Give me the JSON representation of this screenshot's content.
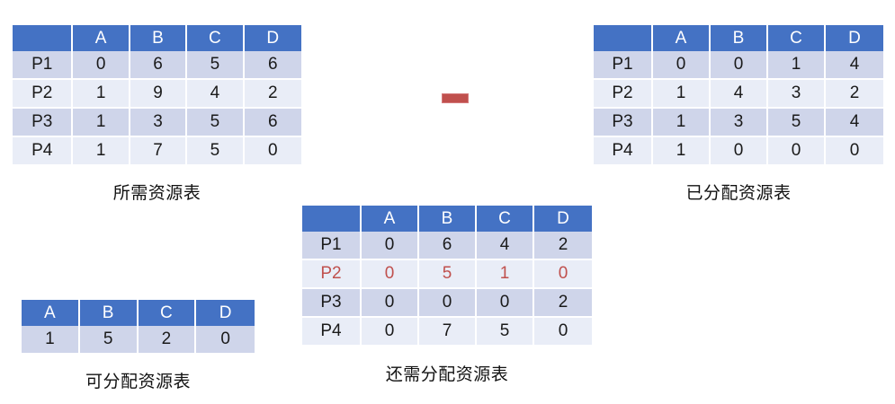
{
  "colors": {
    "header_blue": "#4472C4",
    "row_dark": "#CFD5EA",
    "row_light": "#E9EDF7",
    "highlight_red": "#C0504D",
    "text": "#1a1a1a",
    "background": "#ffffff"
  },
  "tables": {
    "required": {
      "caption": "所需资源表",
      "corner_header": "",
      "columns": [
        "A",
        "B",
        "C",
        "D"
      ],
      "rows": [
        {
          "label": "P1",
          "values": [
            "0",
            "6",
            "5",
            "6"
          ],
          "highlight": false
        },
        {
          "label": "P2",
          "values": [
            "1",
            "9",
            "4",
            "2"
          ],
          "highlight": false
        },
        {
          "label": "P3",
          "values": [
            "1",
            "3",
            "5",
            "6"
          ],
          "highlight": false
        },
        {
          "label": "P4",
          "values": [
            "1",
            "7",
            "5",
            "0"
          ],
          "highlight": false
        }
      ]
    },
    "allocated": {
      "caption": "已分配资源表",
      "corner_header": "",
      "columns": [
        "A",
        "B",
        "C",
        "D"
      ],
      "rows": [
        {
          "label": "P1",
          "values": [
            "0",
            "0",
            "1",
            "4"
          ],
          "highlight": false
        },
        {
          "label": "P2",
          "values": [
            "1",
            "4",
            "3",
            "2"
          ],
          "highlight": false
        },
        {
          "label": "P3",
          "values": [
            "1",
            "3",
            "5",
            "4"
          ],
          "highlight": false
        },
        {
          "label": "P4",
          "values": [
            "1",
            "0",
            "0",
            "0"
          ],
          "highlight": false
        }
      ]
    },
    "need": {
      "caption": "还需分配资源表",
      "corner_header": "",
      "columns": [
        "A",
        "B",
        "C",
        "D"
      ],
      "rows": [
        {
          "label": "P1",
          "values": [
            "0",
            "6",
            "4",
            "2"
          ],
          "highlight": false
        },
        {
          "label": "P2",
          "values": [
            "0",
            "5",
            "1",
            "0"
          ],
          "highlight": true
        },
        {
          "label": "P3",
          "values": [
            "0",
            "0",
            "0",
            "2"
          ],
          "highlight": false
        },
        {
          "label": "P4",
          "values": [
            "0",
            "7",
            "5",
            "0"
          ],
          "highlight": false
        }
      ]
    },
    "available": {
      "caption": "可分配资源表",
      "columns": [
        "A",
        "B",
        "C",
        "D"
      ],
      "rows": [
        {
          "values": [
            "1",
            "5",
            "2",
            "0"
          ],
          "highlight": false
        }
      ]
    }
  },
  "operators": [
    {
      "name": "minus",
      "symbol": "−"
    }
  ]
}
